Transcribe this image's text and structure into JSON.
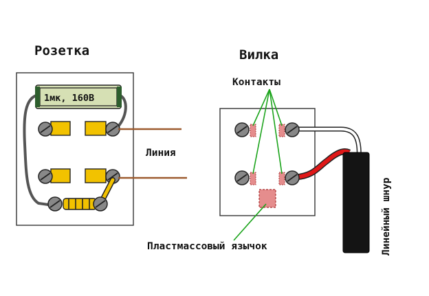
{
  "diagram": {
    "socket_title": "Розетка",
    "plug_title": "Вилка",
    "capacitor_label": "1мк, 160В",
    "line_label": "Линия",
    "contacts_label": "Контакты",
    "tab_label": "Пластмассовый язычок",
    "cord_label": "Линейный шнур"
  },
  "colors": {
    "capacitor_body": "#d6e0b4",
    "terminal_yellow": "#f2c200",
    "line_wire": "#9c5a2e",
    "leader_green": "#1aa31a",
    "cord_red": "#e01818",
    "cord_black": "#141414",
    "screw_gray": "#888888",
    "contact_pink": "#e58d8d"
  }
}
